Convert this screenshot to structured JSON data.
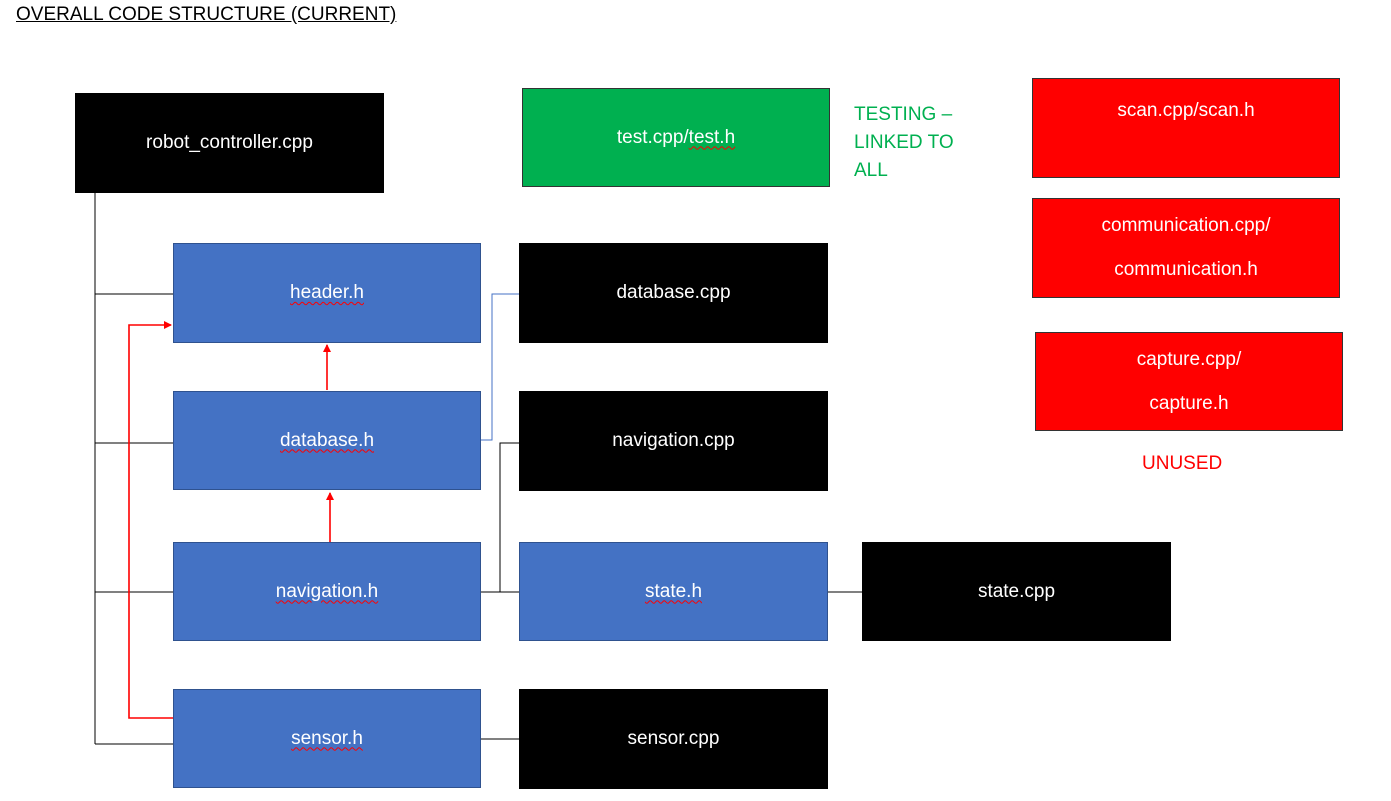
{
  "title": "OVERALL CODE STRUCTURE (CURRENT)",
  "nodes": {
    "robot_controller": "robot_controller.cpp",
    "test": "test.cpp/test.h",
    "header_h": "header.h",
    "database_h": "database.h",
    "navigation_h": "navigation.h",
    "sensor_h": "sensor.h",
    "database_cpp": "database.cpp",
    "navigation_cpp": "navigation.cpp",
    "state_h": "state.h",
    "state_cpp": "state.cpp",
    "sensor_cpp": "sensor.cpp",
    "scan": "scan.cpp/scan.h",
    "communication_1": "communication.cpp/",
    "communication_2": "communication.h",
    "capture_1": "capture.cpp/",
    "capture_2": "capture.h"
  },
  "notes": {
    "testing_1": "TESTING –",
    "testing_2": "LINKED TO",
    "testing_3": "ALL",
    "unused": "UNUSED"
  },
  "colors": {
    "header_box": "#4472c4",
    "source_box": "#000000",
    "test_box": "#00b050",
    "unused_box": "#ff0000",
    "testing_text": "#00b050",
    "unused_text": "#ff0000",
    "dependency_arrow": "#ff0000"
  }
}
